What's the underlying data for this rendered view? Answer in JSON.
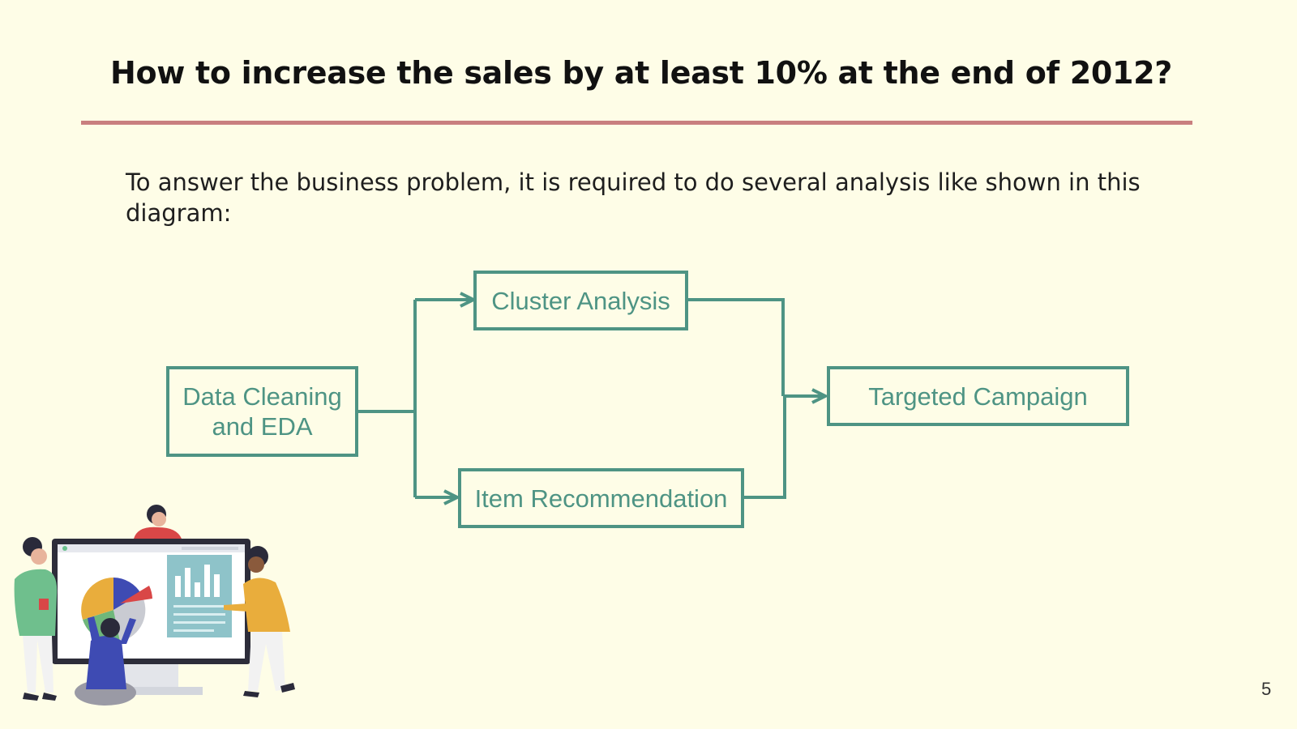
{
  "slide": {
    "title": "How to increase the sales by at least 10% at the end of 2012?",
    "intro": "To answer the business problem, it is required to do several analysis like shown in this diagram:",
    "page_number": "5"
  },
  "diagram": {
    "nodes": {
      "data_cleaning": "Data Cleaning and EDA",
      "cluster_analysis": "Cluster Analysis",
      "item_recommendation": "Item Recommendation",
      "targeted_campaign": "Targeted Campaign"
    },
    "edges": [
      {
        "from": "data_cleaning",
        "to": "cluster_analysis"
      },
      {
        "from": "data_cleaning",
        "to": "item_recommendation"
      },
      {
        "from": "cluster_analysis",
        "to": "targeted_campaign"
      },
      {
        "from": "item_recommendation",
        "to": "targeted_campaign"
      }
    ]
  },
  "colors": {
    "background": "#fefde7",
    "accent_rule": "#c97f7f",
    "diagram": "#4e9484"
  },
  "illustration": {
    "description_icon": "team-dashboard-illustration"
  }
}
